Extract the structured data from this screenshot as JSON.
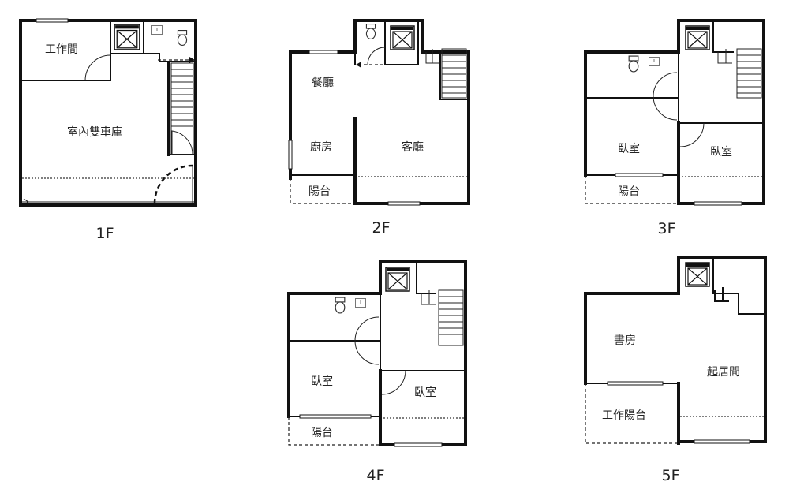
{
  "floors": {
    "f1": {
      "label": "1F",
      "rooms": {
        "workroom": "工作間",
        "garage": "室內雙車庫"
      }
    },
    "f2": {
      "label": "2F",
      "rooms": {
        "dining": "餐廳",
        "kitchen": "廚房",
        "living": "客廳",
        "balcony": "陽台"
      }
    },
    "f3": {
      "label": "3F",
      "rooms": {
        "bedroom_left": "臥室",
        "bedroom_right": "臥室",
        "balcony": "陽台"
      }
    },
    "f4": {
      "label": "4F",
      "rooms": {
        "bedroom_left": "臥室",
        "bedroom_right": "臥室",
        "balcony": "陽台"
      }
    },
    "f5": {
      "label": "5F",
      "rooms": {
        "study": "書房",
        "family_room": "起居間",
        "work_balcony": "工作陽台"
      }
    }
  }
}
